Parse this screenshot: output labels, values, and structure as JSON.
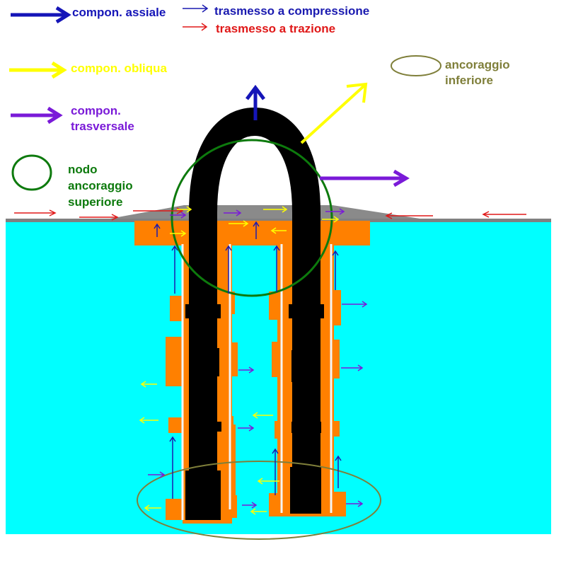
{
  "legend": {
    "axial": "compon. assiale",
    "compression": "trasmesso a compressione",
    "traction": "trasmesso a trazione",
    "oblique": "compon. obliqua",
    "transverse": [
      "compon.",
      "trasversale"
    ],
    "upper_node": [
      "nodo",
      "ancoraggio",
      "superiore"
    ],
    "lower_anchor": [
      "ancoraggio",
      "inferiore"
    ]
  },
  "colors": {
    "axial": "#1515b8",
    "compression": "#1a1ab0",
    "traction": "#e01818",
    "oblique": "#ffff00",
    "transverse": "#7a1ad8",
    "upper_node": "#0d7a0d",
    "lower_anchor": "#7f7f3a",
    "concrete": "#00ffff",
    "surface": "#808080",
    "bar": "#000000",
    "bond": "#ff8000"
  },
  "icons": {
    "axial": "arrow-right-thick",
    "compression": "arrow-right-thin",
    "traction": "arrow-right-thin",
    "oblique": "arrow-right-thick",
    "transverse": "arrow-right-thick",
    "upper_node": "ellipse-outline",
    "lower_anchor": "ellipse-outline"
  }
}
